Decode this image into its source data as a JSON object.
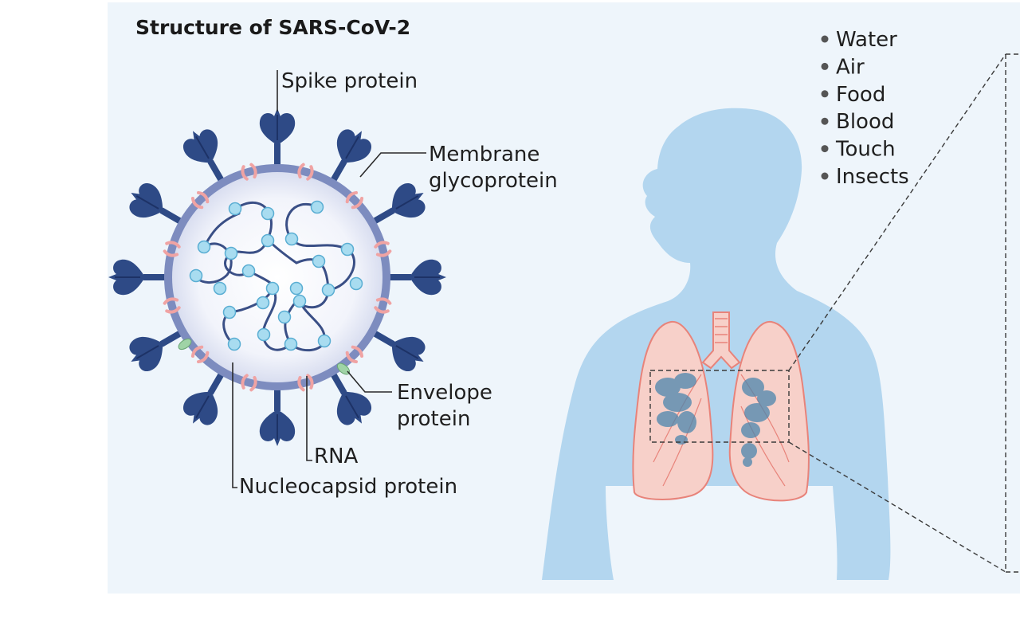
{
  "diagram": {
    "title": "Structure of SARS-CoV-2",
    "labels": {
      "spike": "Spike protein",
      "membrane_line1": "Membrane",
      "membrane_line2": "glycoprotein",
      "envelope_line1": "Envelope",
      "envelope_line2": "protein",
      "rna": "RNA",
      "nucleocapsid": "Nucleocapsid protein"
    },
    "transmission_routes": [
      "Water",
      "Air",
      "Food",
      "Blood",
      "Touch",
      "Insects"
    ]
  },
  "colors": {
    "panel_background": "#eef5fb",
    "body_silhouette": "#b3d6ef",
    "spike": "#2e4a86",
    "envelope_ring": "#7d8cbf",
    "membrane_protein": "#f0a3a3",
    "envelope_protein": "#9fd3a6",
    "rna_strand": "#3a4f86",
    "nucleocapsid": "#a8dcf0",
    "lungs": "#f7d0c9",
    "lung_outline": "#e8837a",
    "infection": "#4b86ad"
  }
}
